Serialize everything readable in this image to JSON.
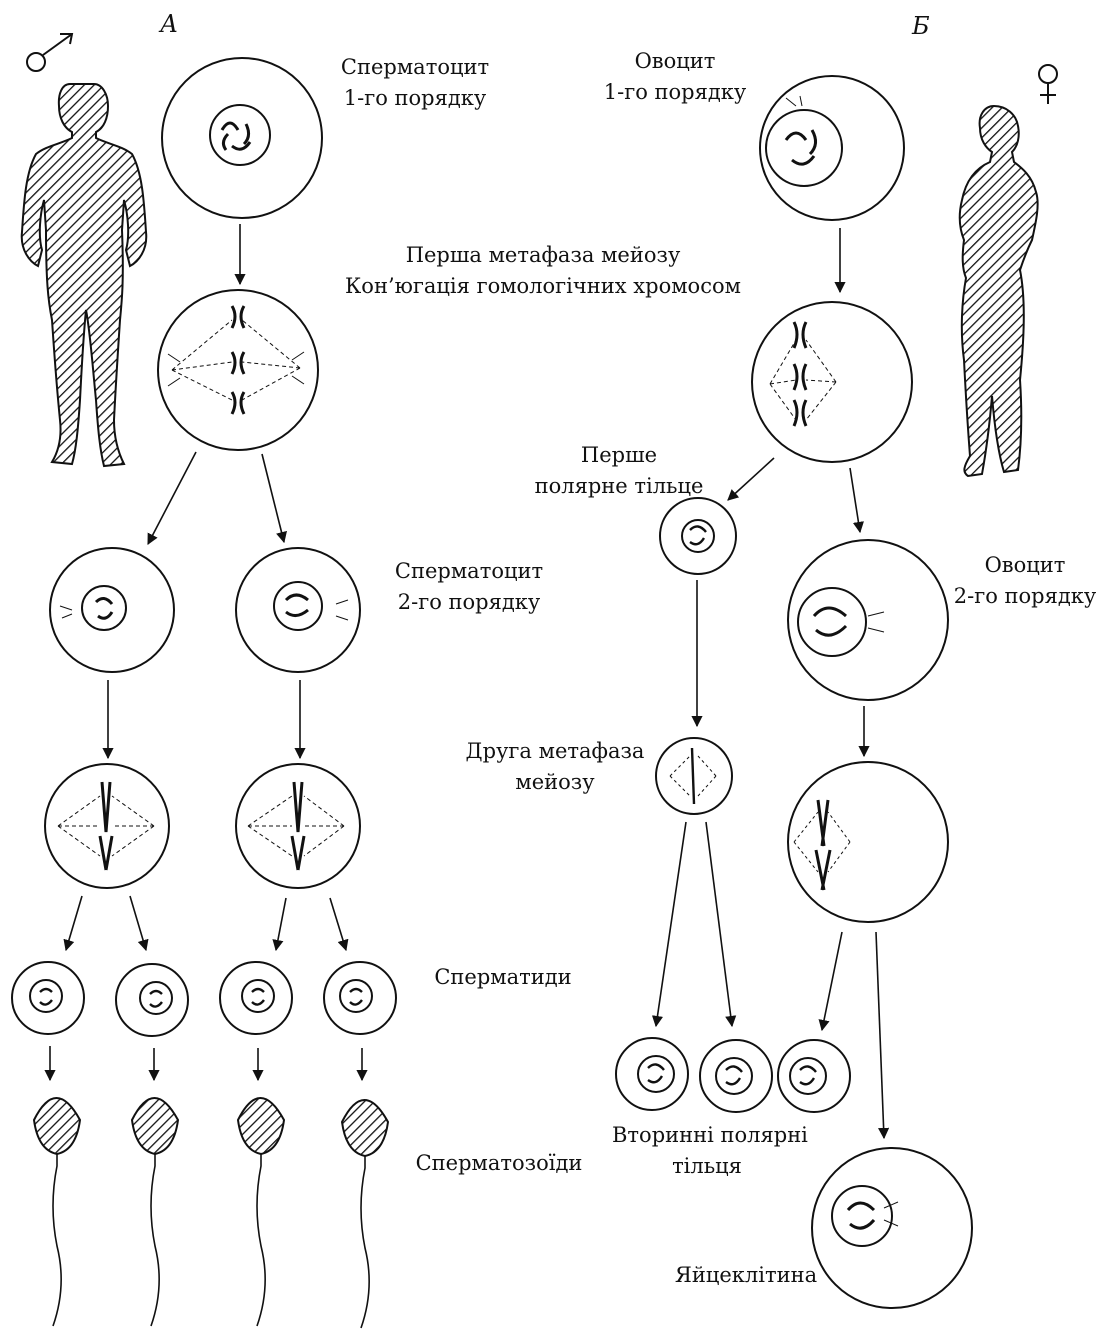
{
  "panels": {
    "male": "А",
    "female": "Б"
  },
  "symbols": {
    "male": "male-sign-icon",
    "female": "female-sign-icon"
  },
  "labels": {
    "spermatocyte1_l1": "Сперматоцит",
    "spermatocyte1_l2": "1-го порядку",
    "oocyte1_l1": "Овоцит",
    "oocyte1_l2": "1-го порядку",
    "metaphase1_l1": "Перша метафаза мейозу",
    "metaphase1_l2": "Кон’югація гомологічних хромосом",
    "polar1_l1": "Перше",
    "polar1_l2": "полярне тільце",
    "spermatocyte2_l1": "Сперматоцит",
    "spermatocyte2_l2": "2-го порядку",
    "oocyte2_l1": "Овоцит",
    "oocyte2_l2": "2-го порядку",
    "metaphase2_l1": "Друга метафаза",
    "metaphase2_l2": "мейозу",
    "spermatids": "Сперматиди",
    "spermatozoa": "Сперматозоїди",
    "polar2_l1": "Вторинні полярні",
    "polar2_l2": "тільця",
    "egg": "Яйцеклітина"
  },
  "colors": {
    "ink": "#111111",
    "paper": "#ffffff"
  }
}
